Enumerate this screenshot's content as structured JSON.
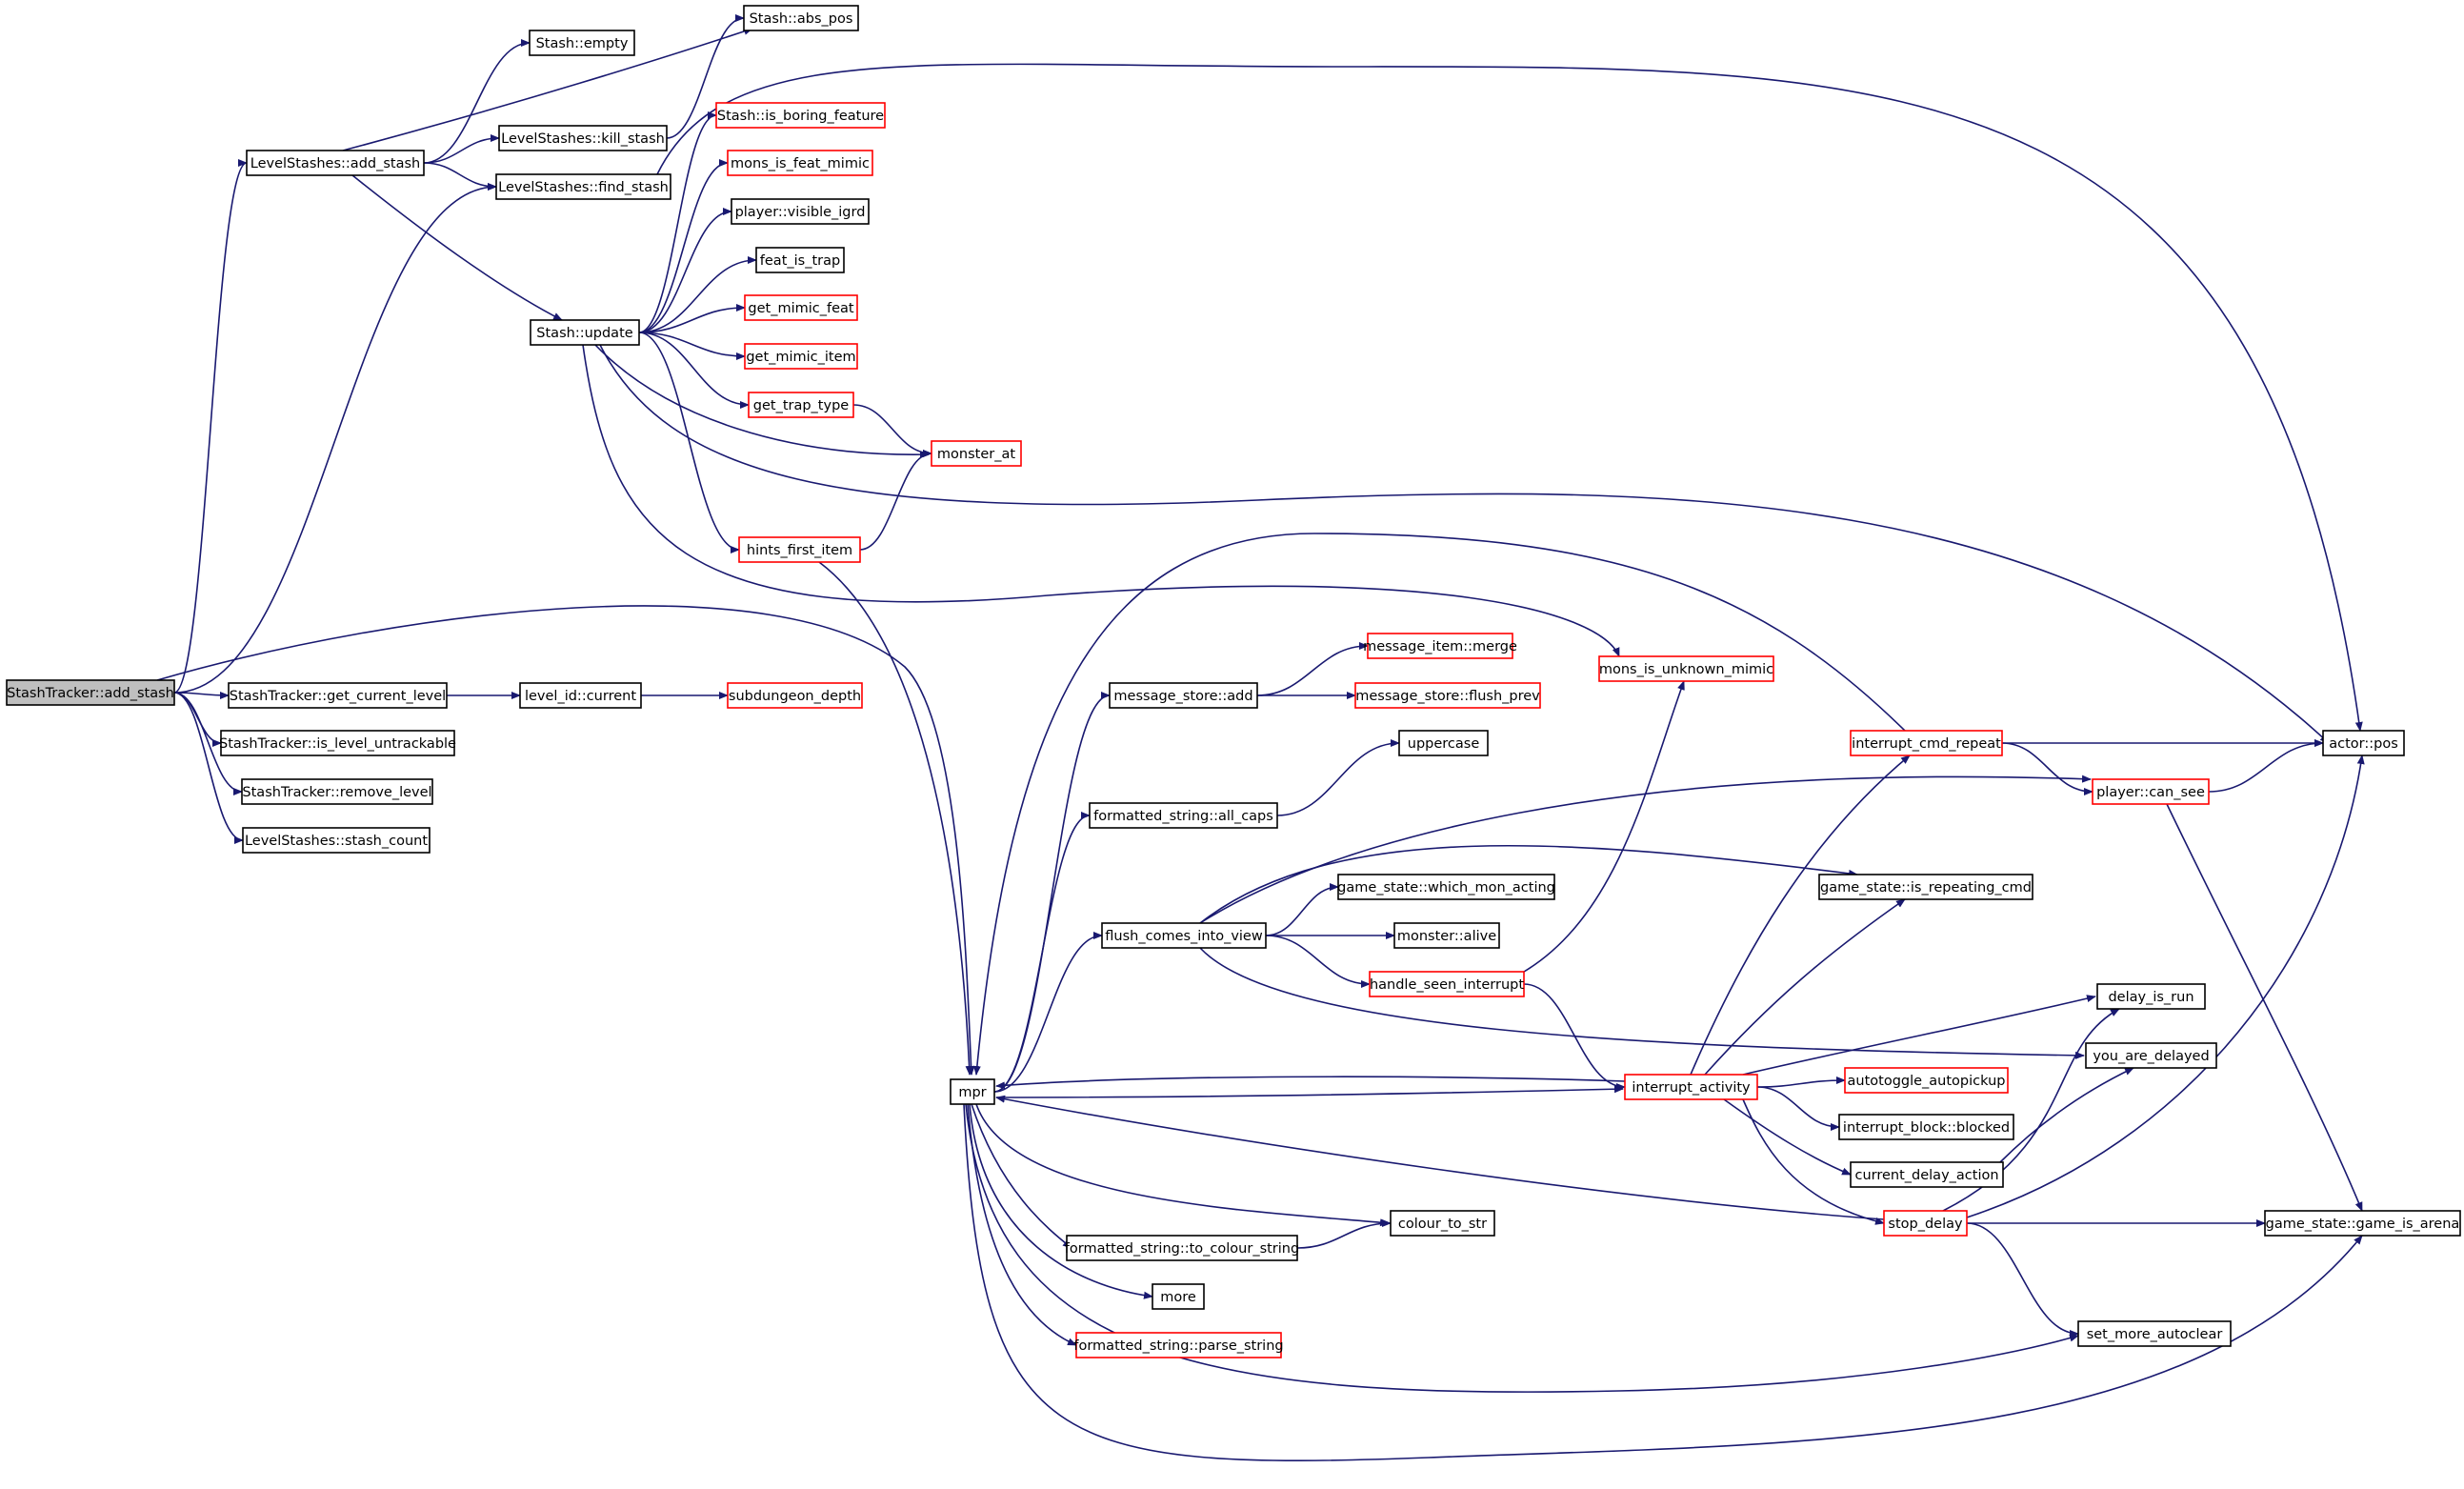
{
  "colors": {
    "edge": "#191970",
    "node_border": "#000000",
    "node_border_incomplete": "#ff0000",
    "root_fill": "#bfbfbf",
    "background": "#ffffff"
  },
  "nodes": [
    {
      "id": "stashtracker_add_stash",
      "label": "StashTracker::add_stash",
      "style": "root"
    },
    {
      "id": "levelstashes_add_stash",
      "label": "LevelStashes::add_stash",
      "style": "normal"
    },
    {
      "id": "stash_empty",
      "label": "Stash::empty",
      "style": "normal"
    },
    {
      "id": "stash_abs_pos",
      "label": "Stash::abs_pos",
      "style": "normal"
    },
    {
      "id": "levelstashes_kill_stash",
      "label": "LevelStashes::kill_stash",
      "style": "normal"
    },
    {
      "id": "levelstashes_find_stash",
      "label": "LevelStashes::find_stash",
      "style": "normal"
    },
    {
      "id": "stash_is_boring_feature",
      "label": "Stash::is_boring_feature",
      "style": "red"
    },
    {
      "id": "mons_is_feat_mimic",
      "label": "mons_is_feat_mimic",
      "style": "red"
    },
    {
      "id": "player_visible_igrd",
      "label": "player::visible_igrd",
      "style": "normal"
    },
    {
      "id": "feat_is_trap",
      "label": "feat_is_trap",
      "style": "normal"
    },
    {
      "id": "stash_update",
      "label": "Stash::update",
      "style": "normal"
    },
    {
      "id": "get_mimic_feat",
      "label": "get_mimic_feat",
      "style": "red"
    },
    {
      "id": "get_mimic_item",
      "label": "get_mimic_item",
      "style": "red"
    },
    {
      "id": "get_trap_type",
      "label": "get_trap_type",
      "style": "red"
    },
    {
      "id": "monster_at",
      "label": "monster_at",
      "style": "red"
    },
    {
      "id": "hints_first_item",
      "label": "hints_first_item",
      "style": "red"
    },
    {
      "id": "stashtracker_get_current_level",
      "label": "StashTracker::get_current_level",
      "style": "normal"
    },
    {
      "id": "level_id_current",
      "label": "level_id::current",
      "style": "normal"
    },
    {
      "id": "subdungeon_depth",
      "label": "subdungeon_depth",
      "style": "red"
    },
    {
      "id": "stashtracker_is_level_untrackable",
      "label": "StashTracker::is_level_untrackable",
      "style": "normal"
    },
    {
      "id": "stashtracker_remove_level",
      "label": "StashTracker::remove_level",
      "style": "normal"
    },
    {
      "id": "levelstashes_stash_count",
      "label": "LevelStashes::stash_count",
      "style": "normal"
    },
    {
      "id": "message_item_merge",
      "label": "message_item::merge",
      "style": "red"
    },
    {
      "id": "message_store_add",
      "label": "message_store::add",
      "style": "normal"
    },
    {
      "id": "message_store_flush_prev",
      "label": "message_store::flush_prev",
      "style": "red"
    },
    {
      "id": "mons_is_unknown_mimic",
      "label": "mons_is_unknown_mimic",
      "style": "red"
    },
    {
      "id": "uppercase",
      "label": "uppercase",
      "style": "normal"
    },
    {
      "id": "interrupt_cmd_repeat",
      "label": "interrupt_cmd_repeat",
      "style": "red"
    },
    {
      "id": "actor_pos",
      "label": "actor::pos",
      "style": "normal"
    },
    {
      "id": "player_can_see",
      "label": "player::can_see",
      "style": "red"
    },
    {
      "id": "formatted_string_all_caps",
      "label": "formatted_string::all_caps",
      "style": "normal"
    },
    {
      "id": "game_state_which_mon_acting",
      "label": "game_state::which_mon_acting",
      "style": "normal"
    },
    {
      "id": "game_state_is_repeating_cmd",
      "label": "game_state::is_repeating_cmd",
      "style": "normal"
    },
    {
      "id": "flush_comes_into_view",
      "label": "flush_comes_into_view",
      "style": "normal"
    },
    {
      "id": "monster_alive",
      "label": "monster::alive",
      "style": "normal"
    },
    {
      "id": "handle_seen_interrupt",
      "label": "handle_seen_interrupt",
      "style": "red"
    },
    {
      "id": "delay_is_run",
      "label": "delay_is_run",
      "style": "normal"
    },
    {
      "id": "mpr",
      "label": "mpr",
      "style": "normal"
    },
    {
      "id": "interrupt_activity",
      "label": "interrupt_activity",
      "style": "red"
    },
    {
      "id": "autotoggle_autopickup",
      "label": "autotoggle_autopickup",
      "style": "red"
    },
    {
      "id": "you_are_delayed",
      "label": "you_are_delayed",
      "style": "normal"
    },
    {
      "id": "interrupt_block_blocked",
      "label": "interrupt_block::blocked",
      "style": "normal"
    },
    {
      "id": "current_delay_action",
      "label": "current_delay_action",
      "style": "normal"
    },
    {
      "id": "colour_to_str",
      "label": "colour_to_str",
      "style": "normal"
    },
    {
      "id": "formatted_string_to_colour_string",
      "label": "formatted_string::to_colour_string",
      "style": "normal"
    },
    {
      "id": "stop_delay",
      "label": "stop_delay",
      "style": "red"
    },
    {
      "id": "game_state_game_is_arena",
      "label": "game_state::game_is_arena",
      "style": "normal"
    },
    {
      "id": "more",
      "label": "more",
      "style": "normal"
    },
    {
      "id": "formatted_string_parse_string",
      "label": "formatted_string::parse_string",
      "style": "red"
    },
    {
      "id": "set_more_autoclear",
      "label": "set_more_autoclear",
      "style": "normal"
    }
  ],
  "edges": [
    [
      "stashtracker_add_stash",
      "levelstashes_add_stash"
    ],
    [
      "stashtracker_add_stash",
      "levelstashes_find_stash"
    ],
    [
      "stashtracker_add_stash",
      "stashtracker_get_current_level"
    ],
    [
      "stashtracker_add_stash",
      "stashtracker_is_level_untrackable"
    ],
    [
      "stashtracker_add_stash",
      "stashtracker_remove_level"
    ],
    [
      "stashtracker_add_stash",
      "levelstashes_stash_count"
    ],
    [
      "stashtracker_add_stash",
      "mpr"
    ],
    [
      "levelstashes_add_stash",
      "stash_empty"
    ],
    [
      "levelstashes_add_stash",
      "stash_abs_pos"
    ],
    [
      "levelstashes_add_stash",
      "levelstashes_kill_stash"
    ],
    [
      "levelstashes_add_stash",
      "levelstashes_find_stash"
    ],
    [
      "levelstashes_add_stash",
      "stash_update"
    ],
    [
      "levelstashes_kill_stash",
      "stash_abs_pos"
    ],
    [
      "levelstashes_find_stash",
      "actor_pos"
    ],
    [
      "stash_update",
      "stash_is_boring_feature"
    ],
    [
      "stash_update",
      "mons_is_feat_mimic"
    ],
    [
      "stash_update",
      "player_visible_igrd"
    ],
    [
      "stash_update",
      "feat_is_trap"
    ],
    [
      "stash_update",
      "get_mimic_feat"
    ],
    [
      "stash_update",
      "get_mimic_item"
    ],
    [
      "stash_update",
      "get_trap_type"
    ],
    [
      "stash_update",
      "monster_at"
    ],
    [
      "stash_update",
      "hints_first_item"
    ],
    [
      "stash_update",
      "actor_pos"
    ],
    [
      "stash_update",
      "mons_is_unknown_mimic"
    ],
    [
      "get_trap_type",
      "monster_at"
    ],
    [
      "hints_first_item",
      "monster_at"
    ],
    [
      "hints_first_item",
      "mpr"
    ],
    [
      "stashtracker_get_current_level",
      "level_id_current"
    ],
    [
      "level_id_current",
      "subdungeon_depth"
    ],
    [
      "message_store_add",
      "message_item_merge"
    ],
    [
      "message_store_add",
      "message_store_flush_prev"
    ],
    [
      "formatted_string_all_caps",
      "uppercase"
    ],
    [
      "interrupt_cmd_repeat",
      "actor_pos"
    ],
    [
      "interrupt_cmd_repeat",
      "player_can_see"
    ],
    [
      "interrupt_cmd_repeat",
      "mpr"
    ],
    [
      "player_can_see",
      "actor_pos"
    ],
    [
      "player_can_see",
      "game_state_game_is_arena"
    ],
    [
      "flush_comes_into_view",
      "player_can_see"
    ],
    [
      "flush_comes_into_view",
      "game_state_is_repeating_cmd"
    ],
    [
      "flush_comes_into_view",
      "game_state_which_mon_acting"
    ],
    [
      "flush_comes_into_view",
      "monster_alive"
    ],
    [
      "flush_comes_into_view",
      "handle_seen_interrupt"
    ],
    [
      "flush_comes_into_view",
      "you_are_delayed"
    ],
    [
      "handle_seen_interrupt",
      "mons_is_unknown_mimic"
    ],
    [
      "handle_seen_interrupt",
      "interrupt_activity"
    ],
    [
      "interrupt_activity",
      "interrupt_cmd_repeat"
    ],
    [
      "interrupt_activity",
      "game_state_is_repeating_cmd"
    ],
    [
      "interrupt_activity",
      "delay_is_run"
    ],
    [
      "interrupt_activity",
      "mpr"
    ],
    [
      "interrupt_activity",
      "autotoggle_autopickup"
    ],
    [
      "interrupt_activity",
      "interrupt_block_blocked"
    ],
    [
      "interrupt_activity",
      "current_delay_action"
    ],
    [
      "interrupt_activity",
      "stop_delay"
    ],
    [
      "current_delay_action",
      "you_are_delayed"
    ],
    [
      "mpr",
      "message_store_add"
    ],
    [
      "mpr",
      "formatted_string_all_caps"
    ],
    [
      "mpr",
      "flush_comes_into_view"
    ],
    [
      "mpr",
      "interrupt_activity"
    ],
    [
      "mpr",
      "colour_to_str"
    ],
    [
      "mpr",
      "formatted_string_to_colour_string"
    ],
    [
      "mpr",
      "more"
    ],
    [
      "mpr",
      "formatted_string_parse_string"
    ],
    [
      "mpr",
      "set_more_autoclear"
    ],
    [
      "mpr",
      "game_state_game_is_arena"
    ],
    [
      "formatted_string_to_colour_string",
      "colour_to_str"
    ],
    [
      "stop_delay",
      "mpr"
    ],
    [
      "stop_delay",
      "delay_is_run"
    ],
    [
      "stop_delay",
      "actor_pos"
    ],
    [
      "stop_delay",
      "game_state_game_is_arena"
    ],
    [
      "stop_delay",
      "set_more_autoclear"
    ]
  ]
}
